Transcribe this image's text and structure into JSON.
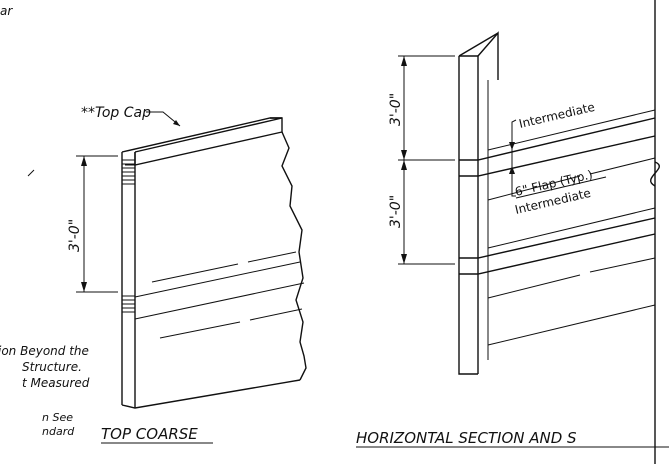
{
  "left_notes": {
    "line1": "ar",
    "line2": "ion Beyond the",
    "line3": "Structure.",
    "line4": "t Measured",
    "line5": "n See",
    "line6": "ndard"
  },
  "top_course": {
    "callout": "**Top Cap",
    "dimension": "3'-0\"",
    "title": "TOP COARSE"
  },
  "horizontal_section": {
    "dim_upper": "3'-0\"",
    "dim_lower": "3'-0\"",
    "label_intermediate_upper": "Intermediate",
    "label_flap": "6\" Flap (Typ.)",
    "label_intermediate_lower": "Intermediate",
    "title": "HORIZONTAL SECTION AND S"
  }
}
